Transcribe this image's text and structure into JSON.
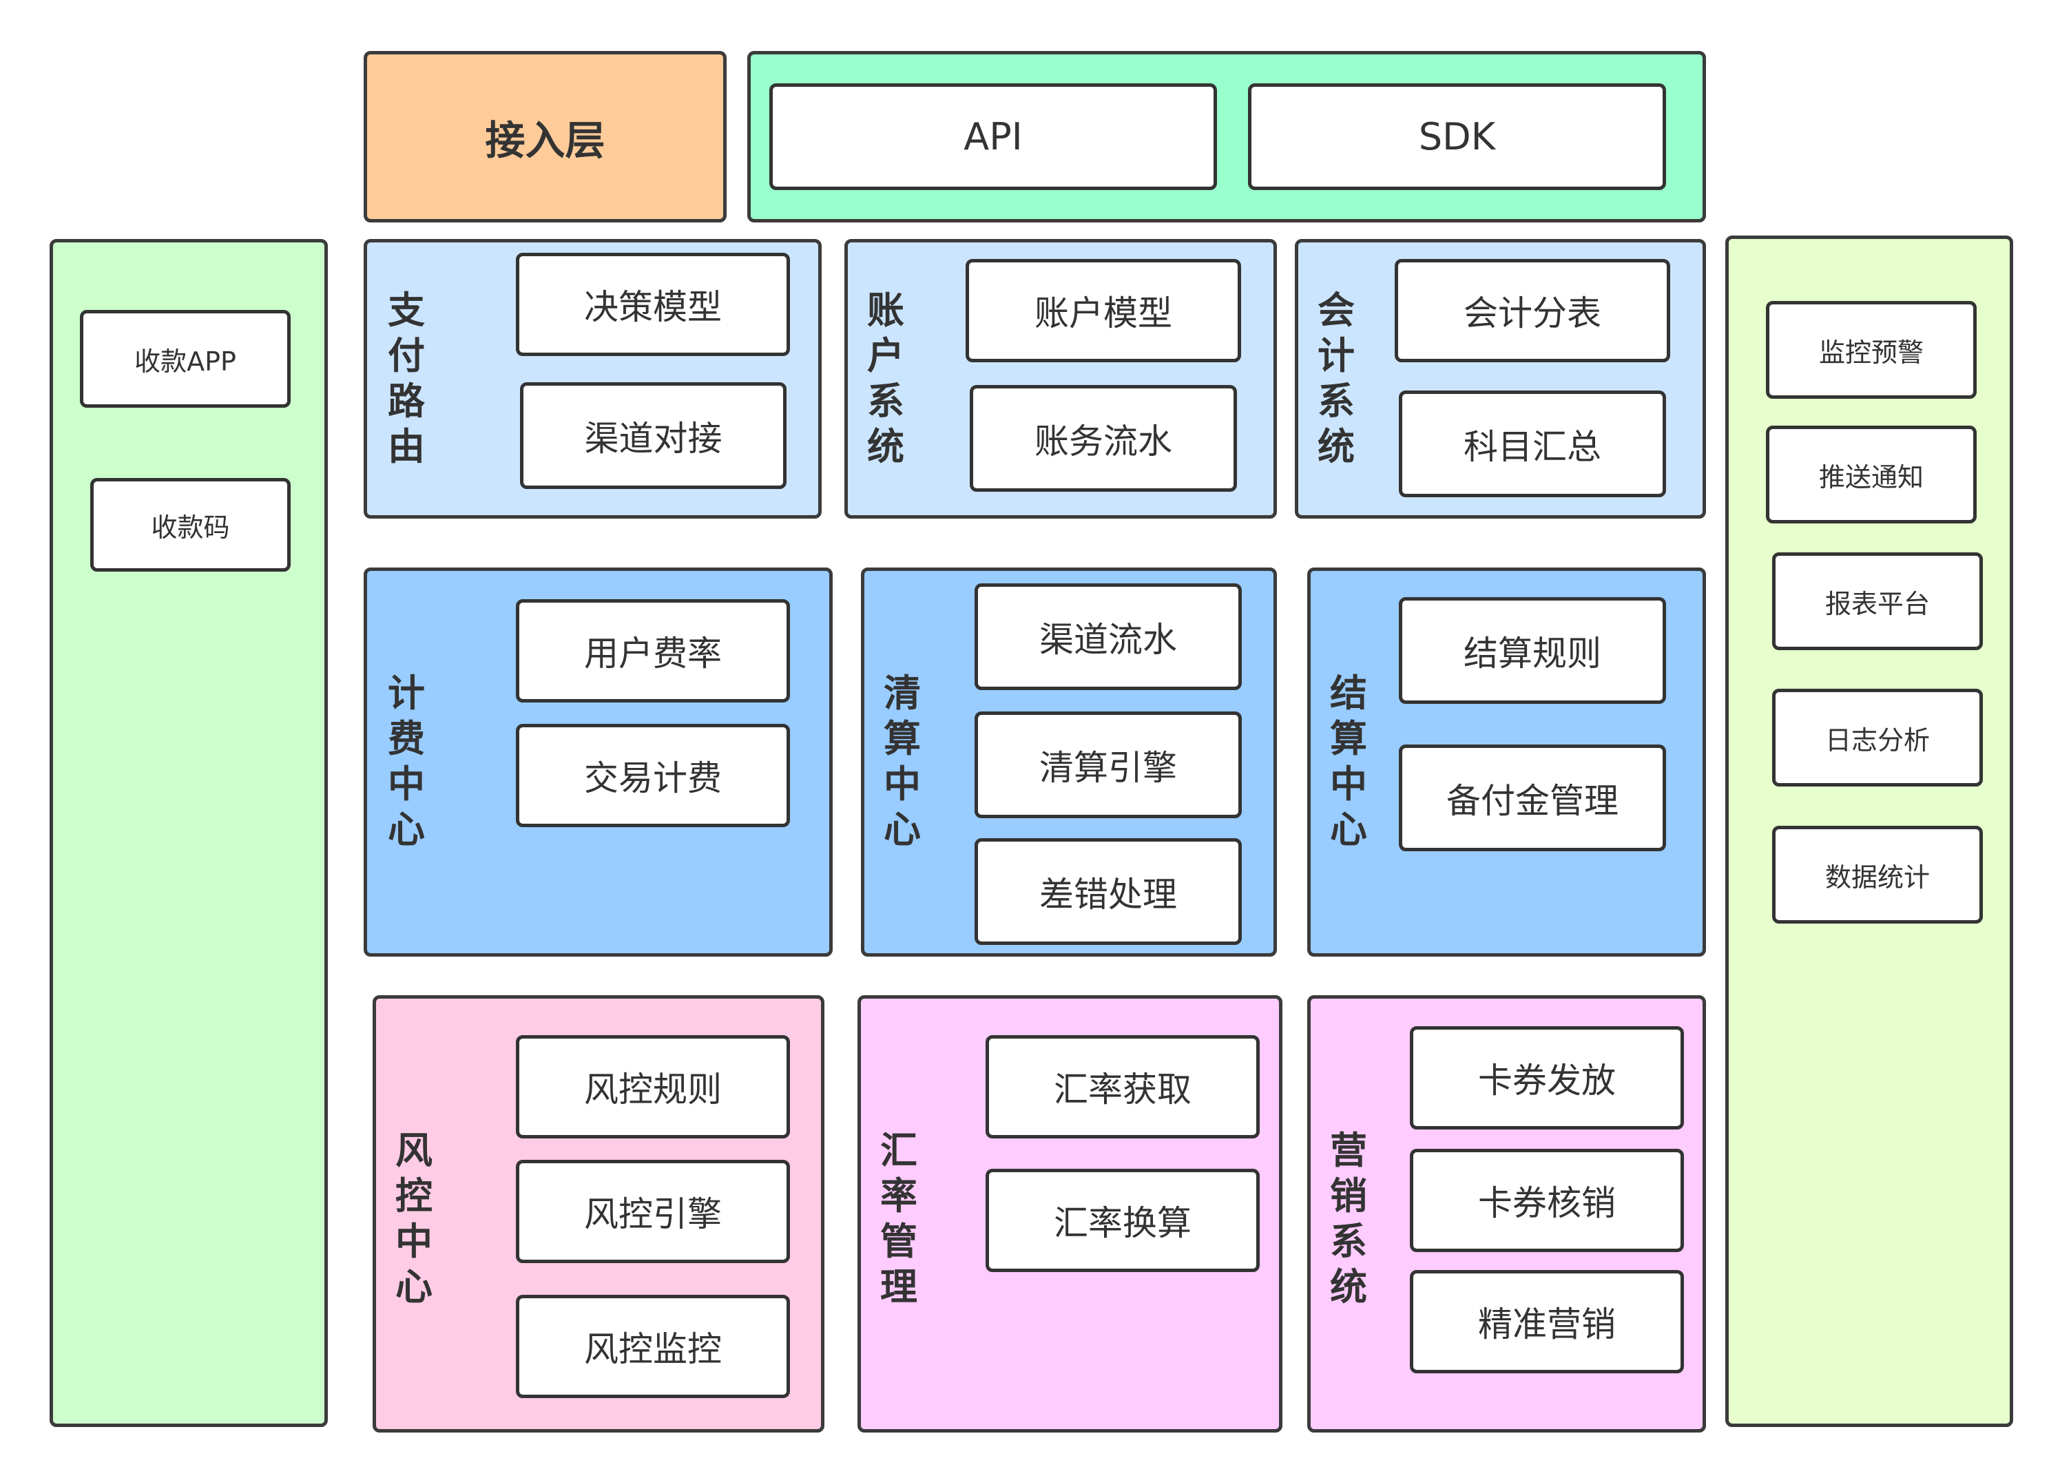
{
  "colors": {
    "access_layer": "#ffcc99",
    "access_band": "#99ffcc",
    "side_left": "#ccffcc",
    "side_right": "#e6ffcc",
    "row_light_blue": "#cce5ff",
    "row_blue": "#99ccff",
    "row_pink": "#ffcce6",
    "row_magenta": "#ffccff",
    "border": "#333333"
  },
  "access": {
    "title": "接入层",
    "items": [
      "API",
      "SDK"
    ]
  },
  "left_side": {
    "items": [
      "收款APP",
      "收款码"
    ]
  },
  "right_side": {
    "items": [
      "监控预警",
      "推送通知",
      "报表平台",
      "日志分析",
      "数据统计"
    ]
  },
  "modules": {
    "payment_routing": {
      "title": "支付路由",
      "items": [
        "决策模型",
        "渠道对接"
      ]
    },
    "account_system": {
      "title": "账户系统",
      "items": [
        "账户模型",
        "账务流水"
      ]
    },
    "accounting_system": {
      "title": "会计系统",
      "items": [
        "会计分表",
        "科目汇总"
      ]
    },
    "billing_center": {
      "title": "计费中心",
      "items": [
        "用户费率",
        "交易计费"
      ]
    },
    "clearing_center": {
      "title": "清算中心",
      "items": [
        "渠道流水",
        "清算引擎",
        "差错处理"
      ]
    },
    "settlement_center": {
      "title": "结算中心",
      "items": [
        "结算规则",
        "备付金管理"
      ]
    },
    "risk_center": {
      "title": "风控中心",
      "items": [
        "风控规则",
        "风控引擎",
        "风控监控"
      ]
    },
    "fx_management": {
      "title": "汇率管理",
      "items": [
        "汇率获取",
        "汇率换算"
      ]
    },
    "marketing_system": {
      "title": "营销系统",
      "items": [
        "卡券发放",
        "卡券核销",
        "精准营销"
      ]
    }
  }
}
